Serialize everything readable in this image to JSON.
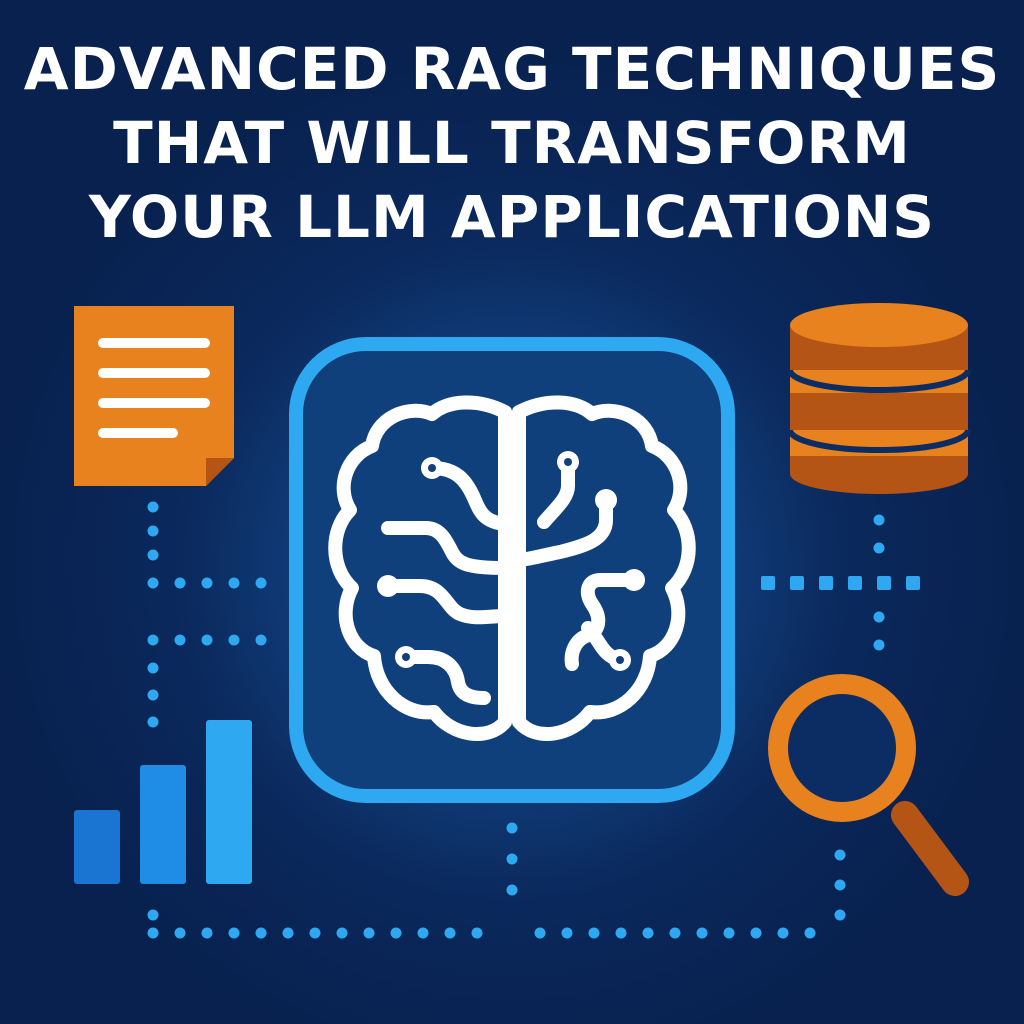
{
  "headline": {
    "lines": [
      "ADVANCED RAG TECHNIQUES",
      "THAT WILL TRANSFORM",
      "YOUR LLM APPLICATIONS"
    ]
  },
  "colors": {
    "background": "#08214f",
    "accent_blue": "#2ea8f0",
    "accent_orange": "#e8821e",
    "dark_orange": "#b45516",
    "text": "#ffffff"
  },
  "icons": {
    "center": "brain-circuit-icon",
    "top_left": "document-icon",
    "top_right": "database-icon",
    "bottom_left": "bar-chart-icon",
    "bottom_right": "magnifying-glass-icon"
  }
}
